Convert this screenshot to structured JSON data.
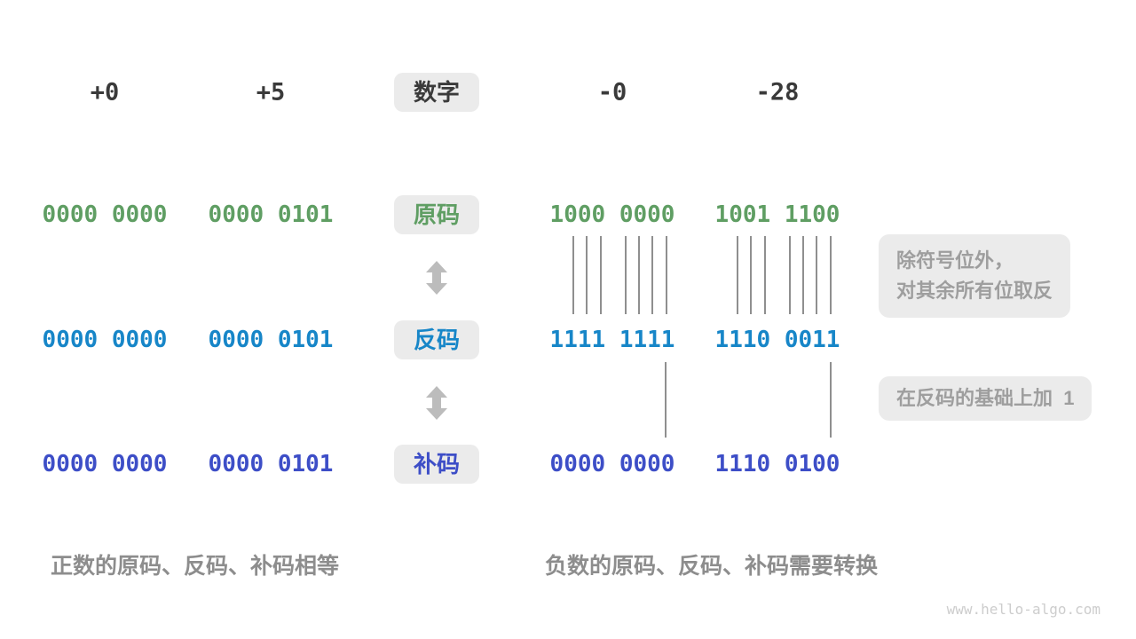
{
  "title_chip": "数字",
  "columns": [
    "+0",
    "+5",
    "-0",
    "-28"
  ],
  "rows": [
    {
      "label": "原码",
      "color": "#5f9e63",
      "values": [
        "0000 0000",
        "0000 0101",
        "1000 0000",
        "1001 1100"
      ]
    },
    {
      "label": "反码",
      "color": "#1786c8",
      "values": [
        "0000 0000",
        "0000 0101",
        "1111 1111",
        "1110 0011"
      ]
    },
    {
      "label": "补码",
      "color": "#3d4ec7",
      "values": [
        "0000 0000",
        "0000 0101",
        "0000 0000",
        "1110 0100"
      ]
    }
  ],
  "annotations": {
    "invert_note_line1": "除符号位外，",
    "invert_note_line2": "对其余所有位取反",
    "add_one_note": "在反码的基础上加  1"
  },
  "captions": {
    "positive": "正数的原码、反码、补码相等",
    "negative": "负数的原码、反码、补码需要转换"
  },
  "watermark": "www.hello-algo.com",
  "colors": {
    "sign_magnitude_green": "#5f9e63",
    "ones_complement_blue": "#1786c8",
    "twos_complement_indigo": "#3d4ec7",
    "chip_background": "#ebebeb",
    "header_text": "#3a3a3a",
    "annotation_text": "#9e9e9e",
    "caption_text": "#8d8d8d",
    "arrow_gray": "#bcbcbc",
    "bit_line_gray": "#8f8f8f",
    "watermark_gray": "#cdcdcd"
  }
}
